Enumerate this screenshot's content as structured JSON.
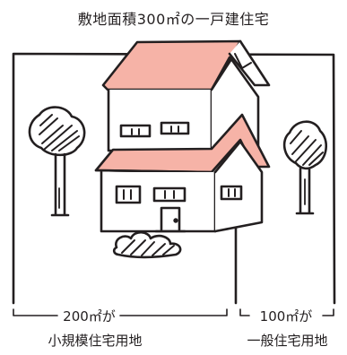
{
  "title": "敷地面積300㎡の一戸建住宅",
  "lots": [
    {
      "area": "200㎡が",
      "use": "小規模住宅用地"
    },
    {
      "area": "100㎡が",
      "use": "一般住宅用地"
    }
  ],
  "colors": {
    "roof": "#f6b3a7",
    "ink": "#231f20",
    "background": "#ffffff"
  },
  "icons": [
    "house-illustration",
    "tree-icon",
    "shrub-icon"
  ]
}
